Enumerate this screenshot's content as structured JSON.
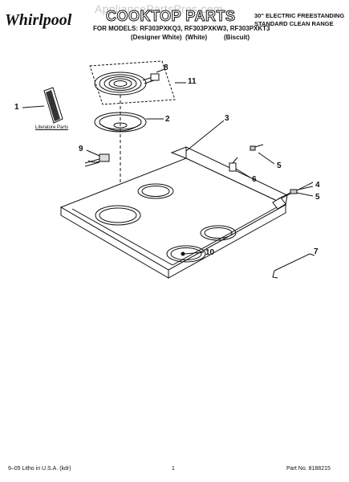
{
  "header": {
    "watermark": "AppliancePartsPros.com",
    "logo_text": "Whirlpool",
    "title": "COOKTOP PARTS",
    "subtitle_line1": "30\" ELECTRIC FREESTANDING",
    "subtitle_line2": "STANDARD CLEAN RANGE",
    "models": "FOR MODELS: RF303PXKQ3, RF303PXKW3, RF303PXKT3",
    "variants": [
      "(Designer White)",
      "(White)",
      "(Biscuit)"
    ]
  },
  "diagram": {
    "literature_label": "Literature Parts",
    "callouts": {
      "c1": "1",
      "c2": "2",
      "c3": "3",
      "c4": "4",
      "c5a": "5",
      "c5b": "5",
      "c6": "6",
      "c7": "7",
      "c8": "8",
      "c9": "9",
      "c10": "10",
      "c11": "11"
    }
  },
  "footer": {
    "left": "9–05 Litho in U.S.A. (kdr)",
    "page": "1",
    "part_number": "Part No. 8188215"
  }
}
